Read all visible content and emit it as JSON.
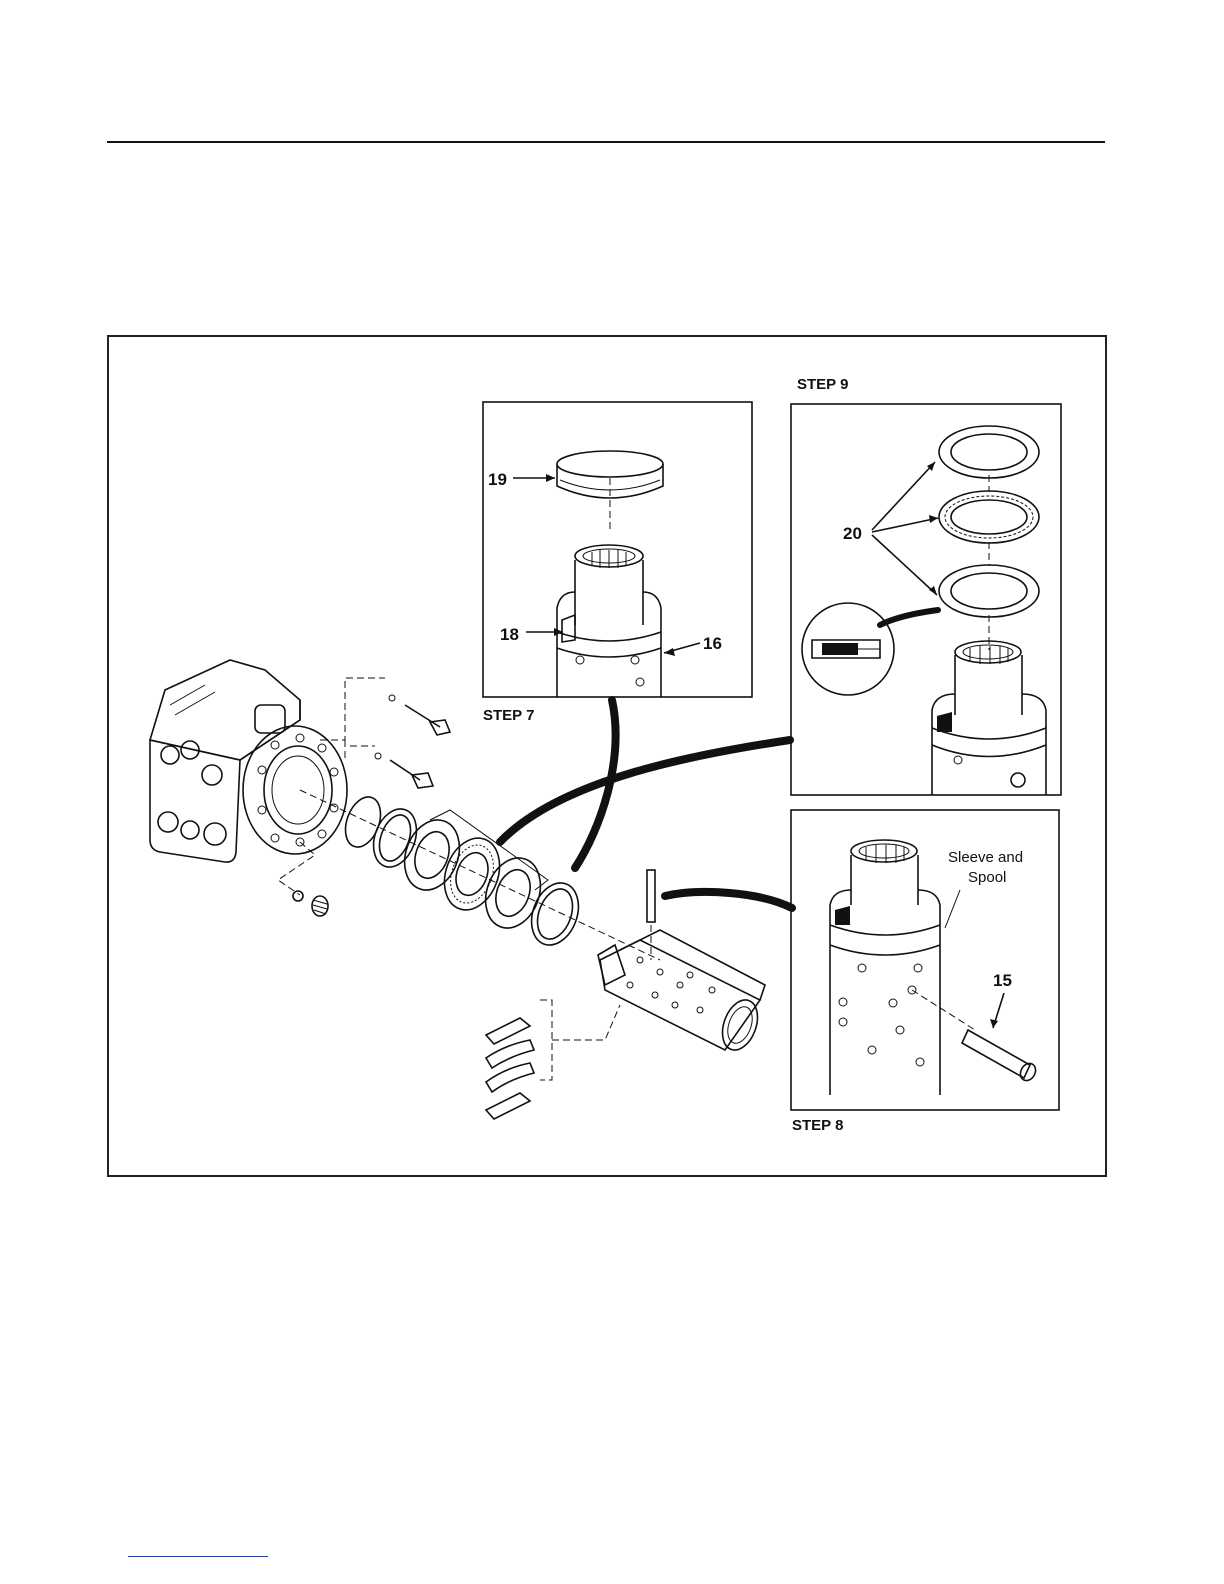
{
  "diagram": {
    "labels": {
      "step7": "STEP 7",
      "step8": "STEP 8",
      "step9": "STEP 9",
      "part19": "19",
      "part18": "18",
      "part16": "16",
      "part20": "20",
      "part15": "15",
      "sleeve_line1": "Sleeve and",
      "sleeve_line2": "Spool"
    }
  }
}
